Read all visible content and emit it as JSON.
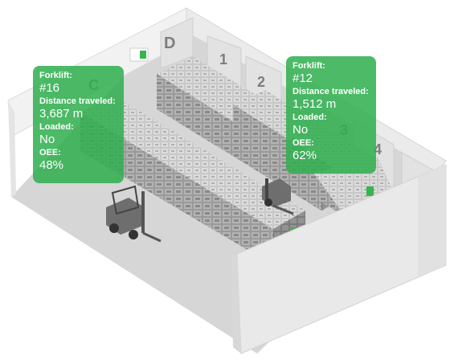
{
  "zones": [
    "D",
    "1",
    "2",
    "3",
    "4",
    "C"
  ],
  "forklifts": [
    {
      "forklift_label": "Forklift:",
      "forklift_id": "#16",
      "distance_label": "Distance traveled:",
      "distance_value": "3,687 m",
      "loaded_label": "Loaded:",
      "loaded_value": "No",
      "oee_label": "OEE:",
      "oee_value": "48%"
    },
    {
      "forklift_label": "Forklift:",
      "forklift_id": "#12",
      "distance_label": "Distance traveled:",
      "distance_value": "1,512 m",
      "loaded_label": "Loaded:",
      "loaded_value": "No",
      "oee_label": "OEE:",
      "oee_value": "62%"
    }
  ],
  "colors": {
    "card": "#2eaf4e",
    "accent": "#35b54f",
    "wall": "#ececec",
    "floor": "#d9d9d9",
    "rack": "#8e8e8e"
  }
}
